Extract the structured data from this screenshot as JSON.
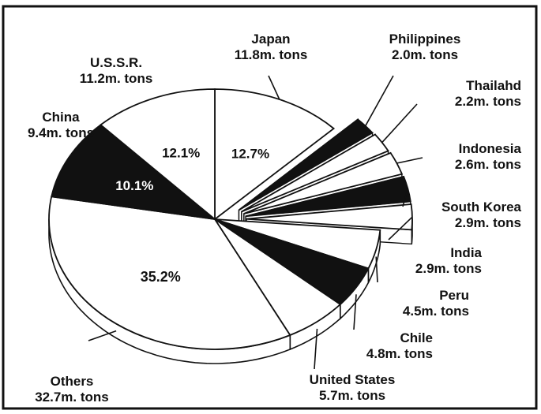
{
  "chart_data": {
    "type": "pie",
    "unit_suffix": "m. tons",
    "slices": [
      {
        "name": "Japan",
        "value": 11.8,
        "display": "11.8m. tons",
        "pct": "12.7%",
        "fill": "#ffffff",
        "pct_color": "#111111",
        "exploded": false
      },
      {
        "name": "Philippines",
        "value": 2.0,
        "display": "2.0m. tons",
        "pct": "",
        "fill": "#111111",
        "pct_color": "#ffffff",
        "exploded": true
      },
      {
        "name": "Thailahd",
        "value": 2.2,
        "display": "2.2m. tons",
        "pct": "",
        "fill": "#ffffff",
        "pct_color": "#111111",
        "exploded": true
      },
      {
        "name": "Indonesia",
        "value": 2.6,
        "display": "2.6m. tons",
        "pct": "",
        "fill": "#ffffff",
        "pct_color": "#111111",
        "exploded": true
      },
      {
        "name": "South Korea",
        "value": 2.9,
        "display": "2.9m. tons",
        "pct": "",
        "fill": "#111111",
        "pct_color": "#ffffff",
        "exploded": true
      },
      {
        "name": "India",
        "value": 2.9,
        "display": "2.9m. tons",
        "pct": "",
        "fill": "#ffffff",
        "pct_color": "#111111",
        "exploded": true
      },
      {
        "name": "Peru",
        "value": 4.5,
        "display": "4.5m. tons",
        "pct": "",
        "fill": "#ffffff",
        "pct_color": "#111111",
        "exploded": false
      },
      {
        "name": "Chile",
        "value": 4.8,
        "display": "4.8m. tons",
        "pct": "",
        "fill": "#111111",
        "pct_color": "#ffffff",
        "exploded": false
      },
      {
        "name": "United States",
        "value": 5.7,
        "display": "5.7m. tons",
        "pct": "",
        "fill": "#ffffff",
        "pct_color": "#111111",
        "exploded": false
      },
      {
        "name": "Others",
        "value": 32.7,
        "display": "32.7m. tons",
        "pct": "35.2%",
        "fill": "#ffffff",
        "pct_color": "#111111",
        "exploded": false
      },
      {
        "name": "China",
        "value": 9.4,
        "display": "9.4m. tons",
        "pct": "10.1%",
        "fill": "#111111",
        "pct_color": "#ffffff",
        "exploded": false
      },
      {
        "name": "U.S.S.R.",
        "value": 11.2,
        "display": "11.2m. tons",
        "pct": "12.1%",
        "fill": "#ffffff",
        "pct_color": "#111111",
        "exploded": false
      }
    ],
    "legend": "none",
    "grid": false
  }
}
